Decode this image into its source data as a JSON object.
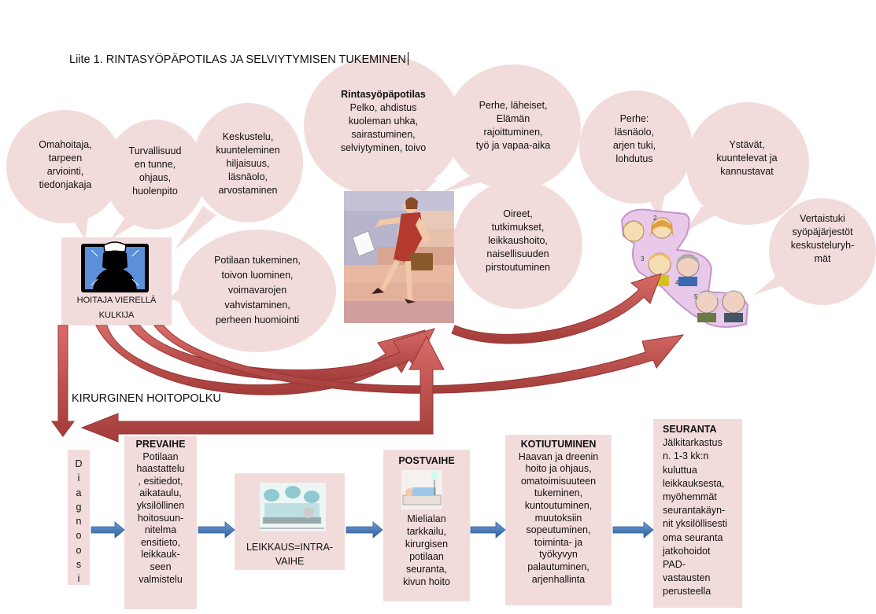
{
  "title": "Liite 1. RINTASYÖPÄPOTILAS JA SELVIYTYMISEN TUKEMINEN",
  "section_label": "KIRURGINEN HOITOPOLKU",
  "nurse_label": [
    "HOITAJA VIERELLÄ",
    "KULKIJA"
  ],
  "bubbles": {
    "omahoitaja": [
      "Omahoitaja,",
      "tarpeen",
      "arviointi,",
      "tiedonjakaja"
    ],
    "turvallisuus": [
      "Turvallisuud",
      "en tunne,",
      "ohjaus,",
      "huolenpito"
    ],
    "keskustelu": [
      "Keskustelu,",
      "kuunteleminen",
      "hiljaisuus,",
      "läsnäolo,",
      "arvostaminen"
    ],
    "potilaan_tukeminen": [
      "Potilaan tukeminen,",
      "toivon luominen,",
      "voimavarojen",
      "vahvistaminen,",
      "perheen huomiointi"
    ],
    "rintasyopapotilas_title": "Rintasyöpäpotilas",
    "rintasyopapotilas": [
      "Pelko, ahdistus",
      "kuoleman uhka,",
      "sairastuminen,",
      "selviytyminen, toivo"
    ],
    "perhe_laheiset": [
      "Perhe, läheiset,",
      "Elämän",
      "rajoittuminen,",
      "työ ja vapaa-aika"
    ],
    "oireet": [
      "Oireet,",
      "tutkimukset,",
      "leikkaushoito,",
      "naisellisuuden",
      "pirstoutuminen"
    ],
    "perhe_lasnaolo": [
      "Perhe:",
      "läsnäolo,",
      "arjen tuki,",
      "lohdutus"
    ],
    "ystavat": [
      "Ystävät,",
      "kuuntelevat  ja",
      "kannustavat"
    ],
    "vertaistuki": [
      "Vertaistuki",
      "syöpäjärjestöt",
      "keskusteluryh-",
      "mät"
    ]
  },
  "pathway": {
    "diagnoosi": [
      "D",
      "i",
      "a",
      "g",
      "n",
      "o",
      "o",
      "s",
      "i"
    ],
    "prevaihe_title": "PREVAIHE",
    "prevaihe": [
      "Potilaan",
      "haastattelu",
      ", esitiedot,",
      "aikataulu,",
      "yksilöllinen",
      "hoitosuun-",
      "nitelma",
      "ensitieto,",
      "leikkauk-",
      "seen",
      "valmistelu"
    ],
    "leikkaus": [
      "LEIKKAUS=INTRA-",
      "VAIHE"
    ],
    "postvaihe_title": "POSTVAIHE",
    "postvaihe": [
      "Mielialan",
      "tarkkailu,",
      "kirurgisen",
      "potilaan",
      "seuranta,",
      "kivun  hoito"
    ],
    "kotiutuminen_title": "KOTIUTUMINEN",
    "kotiutuminen": [
      "Haavan  ja dreenin",
      "hoito ja  ohjaus,",
      "omatoimisuuteen",
      "tukeminen,",
      "kuntoutuminen,",
      "muutoksiin",
      "sopeutuminen,",
      "toiminta-  ja",
      "työkyvyn",
      "palautuminen,",
      "arjenhallinta"
    ],
    "seuranta_title": "SEURANTA",
    "seuranta": [
      "Jälkitarkastus",
      "n. 1-3 kk:n",
      "kuluttua",
      "leikkauksesta,",
      "myöhemmät",
      "seurantakäyn-",
      "nit yksilöllisesti",
      "oma  seuranta",
      "jatkohoidot",
      "PAD-",
      "vastausten",
      "perusteella"
    ]
  },
  "family_numbers": [
    "2",
    "3",
    "4",
    "5"
  ],
  "colors": {
    "bubble_fill": "#f2dcdb",
    "arrow_red": "#c0504d",
    "arrow_dark": "#943634",
    "blue_arrow": "#4f81bd",
    "nurse_screen": "#5b8fd9"
  }
}
